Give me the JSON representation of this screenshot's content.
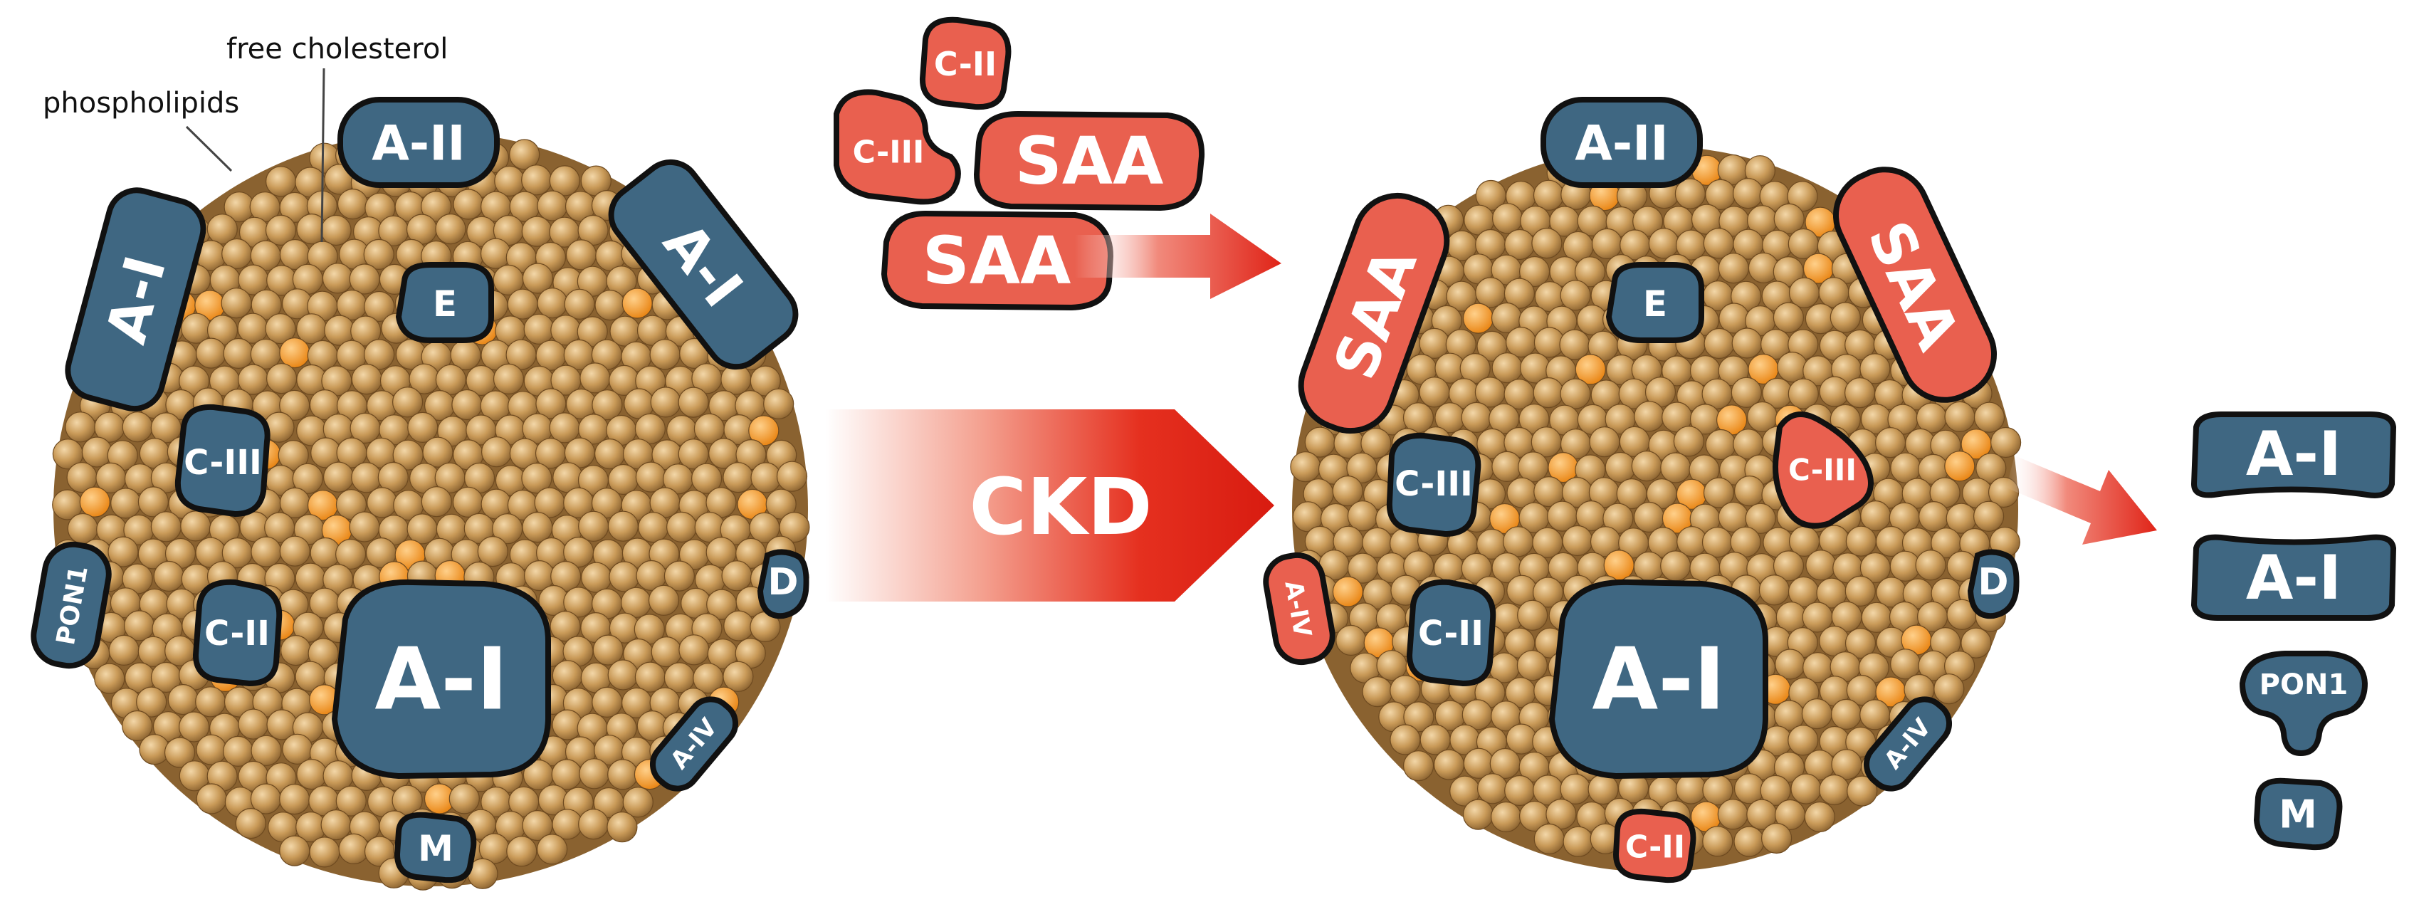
{
  "annotations": {
    "free_cholesterol": "free cholesterol",
    "phospholipids": "phospholipids"
  },
  "process": {
    "label": "CKD"
  },
  "proteins": {
    "a1": "A-I",
    "a2": "A-II",
    "a4": "A-IV",
    "c2": "C-II",
    "c3": "C-III",
    "e": "E",
    "d": "D",
    "m": "M",
    "pon1": "PON1",
    "saa": "SAA"
  },
  "colors": {
    "apo_normal": "#3f6782",
    "apo_ckd": "#e9604f",
    "lipid": "#c99a58",
    "cholesterol": "#f39a2b",
    "arrow": "#e02418",
    "outline": "#111111"
  }
}
